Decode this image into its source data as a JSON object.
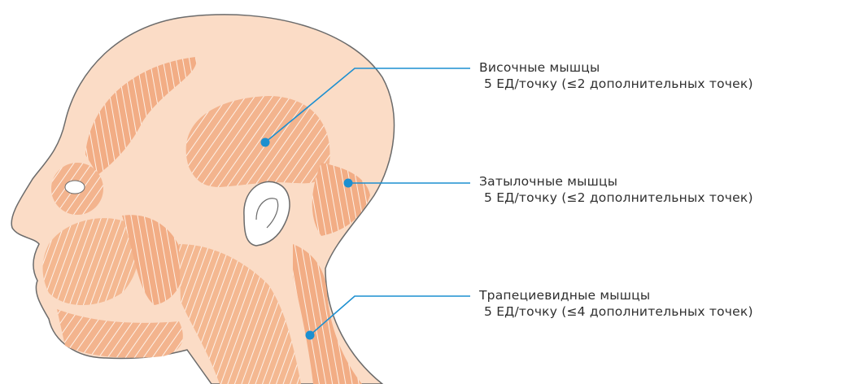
{
  "labels": [
    {
      "muscle": "Височные мышцы",
      "dose": "5 ЕД/точку (≤2 дополнительных точек)"
    },
    {
      "muscle": "Затылочные мышцы",
      "dose": "5 ЕД/точку (≤2 дополнительных точек)"
    },
    {
      "muscle": "Трапециевидные мышцы",
      "dose": "5 ЕД/точку (≤4 дополнительных точек)"
    }
  ],
  "colors": {
    "skin": "#fbd9c2",
    "muscle": "#f3b48e",
    "fiber": "#fdf1e8",
    "outline": "#6b6b6b",
    "pointer": "#1c8fd0"
  }
}
